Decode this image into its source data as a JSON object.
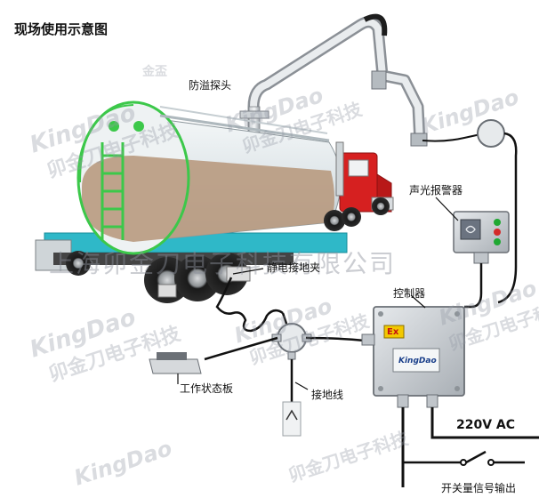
{
  "title": "现场使用示意图",
  "labels": {
    "overflow_probe": "防溢探头",
    "alarm": "声光报警器",
    "ground_clamp": "静电接地夹",
    "controller": "控制器",
    "work_status_board": "工作状态板",
    "ground_wire": "接地线",
    "power": "220V AC",
    "switch_output": "开关量信号输出"
  },
  "device": {
    "ex_mark": "Ex",
    "brand": "KingDao"
  },
  "watermark": {
    "brand_en": "KingDao",
    "brand_cn": "卯金刀电子科技",
    "brand_small": "金盃",
    "company": "上海卯金刀电子科技有限公司"
  },
  "colors": {
    "tank_shell": "#e8eef0",
    "tank_liquid": "#b89a80",
    "ladder": "#3cc84a",
    "truck_cab": "#d62020",
    "cable": "#111111",
    "controller_box": "#cfd3d8",
    "ex_label": "#f2c800"
  }
}
